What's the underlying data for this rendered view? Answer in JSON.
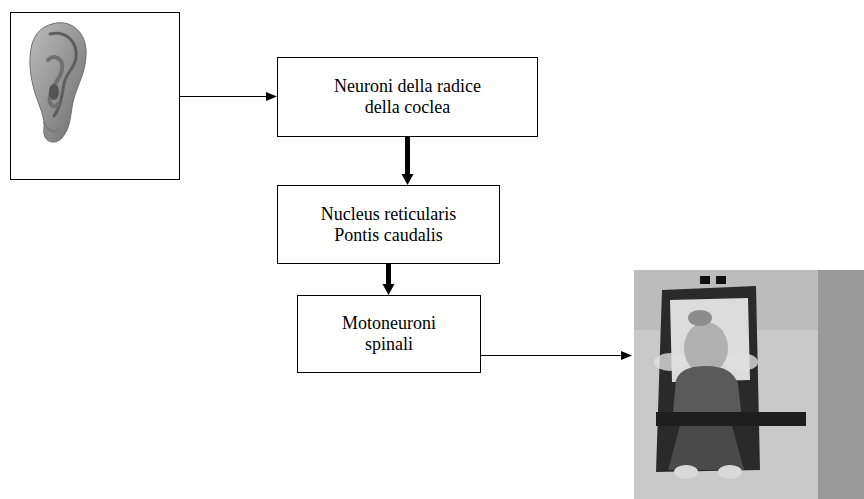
{
  "diagram": {
    "nodes": [
      {
        "text": [
          "Neuroni della radice della coclea"
        ]
      },
      {
        "text": [
          "Nucleus reticularis Pontis caudalis"
        ]
      },
      {
        "text": [
          "Motoneuroni spinali"
        ]
      }
    ],
    "edges": [
      {
        "from": 0,
        "to": 1,
        "arrow": "to"
      },
      {
        "from": 1,
        "to": 2,
        "arrow": "to"
      }
    ]
  }
}
